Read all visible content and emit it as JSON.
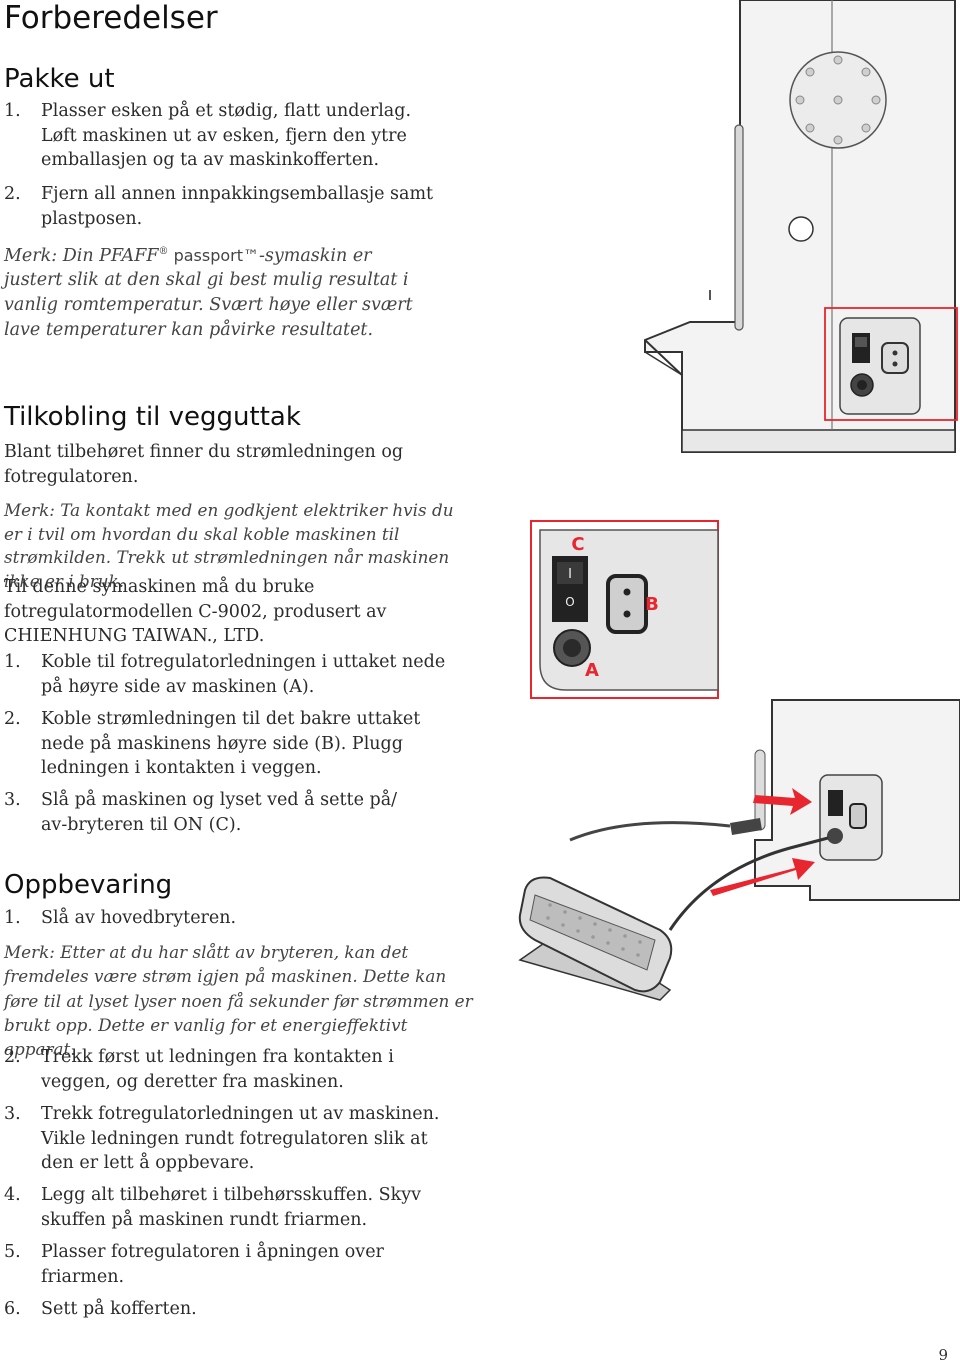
{
  "page_title": "Forberedelser",
  "page_number": "9",
  "unpack": {
    "heading": "Pakke ut",
    "steps": [
      {
        "num": "1.",
        "text": "Plasser esken på et stødig, flatt underlag. Løft maskinen ut av esken, fjern den ytre emballasjen og ta av maskinkofferten."
      },
      {
        "num": "2.",
        "text": "Fjern all annen innpakkingsemballasje samt plastposen."
      }
    ],
    "note_prefix": "Merk: Din PFAFF",
    "note_reg": "®",
    "note_brand": " passport™",
    "note_rest": "-symaskin er justert slik at den skal gi best mulig resultat i vanlig romtemperatur. Svært høye eller svært lave temperaturer kan påvirke resultatet."
  },
  "connect": {
    "heading": "Tilkobling til vegguttak",
    "intro": "Blant tilbehøret finner du strømledningen og fotregulatoren.",
    "note": "Merk: Ta kontakt med en godkjent elektriker hvis du er i tvil om hvordan du skal koble maskinen til strømkilden. Trekk ut strømledningen når maskinen ikke er i bruk.",
    "model_text": "Til denne symaskinen må du bruke fotregulatormodellen C-9002, produsert av CHIENHUNG TAIWAN., LTD.",
    "steps": [
      {
        "num": "1.",
        "text": "Koble til fotregulatorledningen i uttaket nede på høyre side av maskinen (A)."
      },
      {
        "num": "2.",
        "text": "Koble strømledningen til det bakre uttaket nede på maskinens høyre side (B). Plugg ledningen i kontakten i veggen."
      },
      {
        "num": "3.",
        "text": "Slå på maskinen og lyset ved å sette på/ av-bryteren til ON (C)."
      }
    ]
  },
  "storage": {
    "heading": "Oppbevaring",
    "step1": {
      "num": "1.",
      "text": "Slå av hovedbryteren."
    },
    "note": "Merk: Etter at du har slått av bryteren, kan det fremdeles være strøm igjen på maskinen. Dette kan føre til at lyset lyser noen få sekunder før strømmen er brukt opp. Dette er vanlig for et energieffektivt apparat.",
    "steps": [
      {
        "num": "2.",
        "text": "Trekk først ut ledningen fra kontakten i veggen, og deretter fra maskinen."
      },
      {
        "num": "3.",
        "text": "Trekk fotregulatorledningen ut av maskinen. Vikle ledningen rundt fotregulatoren slik at den er lett å oppbevare."
      },
      {
        "num": "4.",
        "text": "Legg alt tilbehøret i tilbehørsskuffen. Skyv skuffen på maskinen rundt friarmen."
      },
      {
        "num": "5.",
        "text": "Plasser fotregulatoren i åpningen over friarmen."
      },
      {
        "num": "6.",
        "text": "Sett på kofferten."
      }
    ]
  },
  "figure_labels": {
    "a": "A",
    "b": "B",
    "c": "C",
    "switch_on": "I",
    "switch_off": "O"
  },
  "colors": {
    "accent": "#e8262f",
    "machine_body": "#f2f2f2",
    "outline": "#333333",
    "panel": "#e4e4e4"
  }
}
